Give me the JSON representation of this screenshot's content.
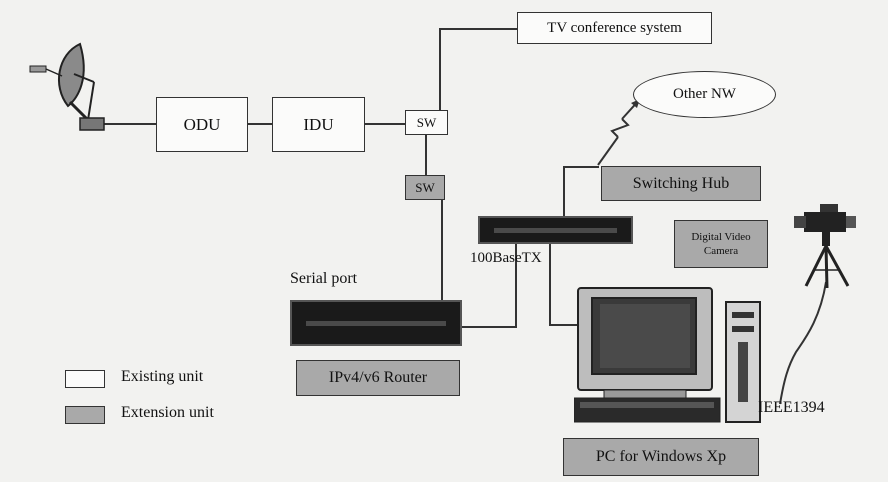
{
  "units": {
    "odu": "ODU",
    "idu": "IDU",
    "sw_top": "SW",
    "sw_bottom": "SW",
    "tv_conference": "TV conference system",
    "other_nw": "Other NW",
    "switching_hub": "Switching Hub",
    "digital_video_camera": "Digital Video Camera",
    "router": "IPv4/v6 Router",
    "pc": "PC for Windows Xp"
  },
  "labels": {
    "base_tx": "100BaseTX",
    "serial_port": "Serial port",
    "ieee1394": "IEEE1394"
  },
  "legend": {
    "existing": "Existing unit",
    "extension": "Extension unit"
  },
  "colors": {
    "existing_fill": "#fbfbfa",
    "extension_fill": "#a9a9a9",
    "line": "#333333"
  }
}
